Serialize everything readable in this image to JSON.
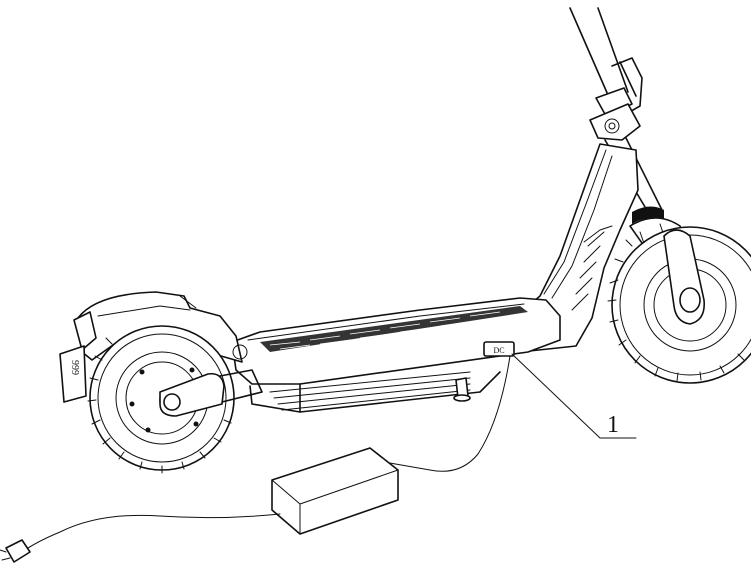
{
  "callout": {
    "number": "1"
  },
  "plate": {
    "text": "999"
  },
  "port": {
    "label": "DC"
  }
}
